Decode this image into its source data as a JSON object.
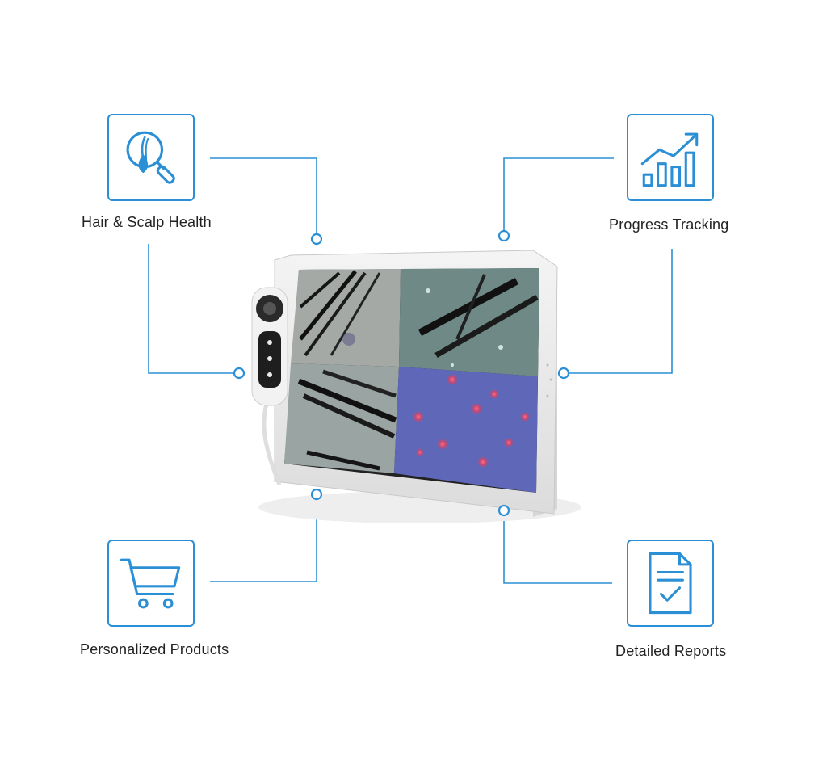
{
  "accent_color": "#2b8fd6",
  "features": [
    {
      "id": "hair-scalp",
      "label": "Hair & Scalp Health",
      "icon": "magnifier-hair-icon"
    },
    {
      "id": "progress",
      "label": "Progress Tracking",
      "icon": "bar-chart-trend-icon"
    },
    {
      "id": "products",
      "label": "Personalized Products",
      "icon": "shopping-cart-icon"
    },
    {
      "id": "reports",
      "label": "Detailed Reports",
      "icon": "report-check-icon"
    }
  ],
  "device": {
    "screen_views": [
      "scalp-hair-closeup",
      "hair-follicle-closeup",
      "hair-strands-closeup",
      "uv-follicle-view"
    ]
  }
}
